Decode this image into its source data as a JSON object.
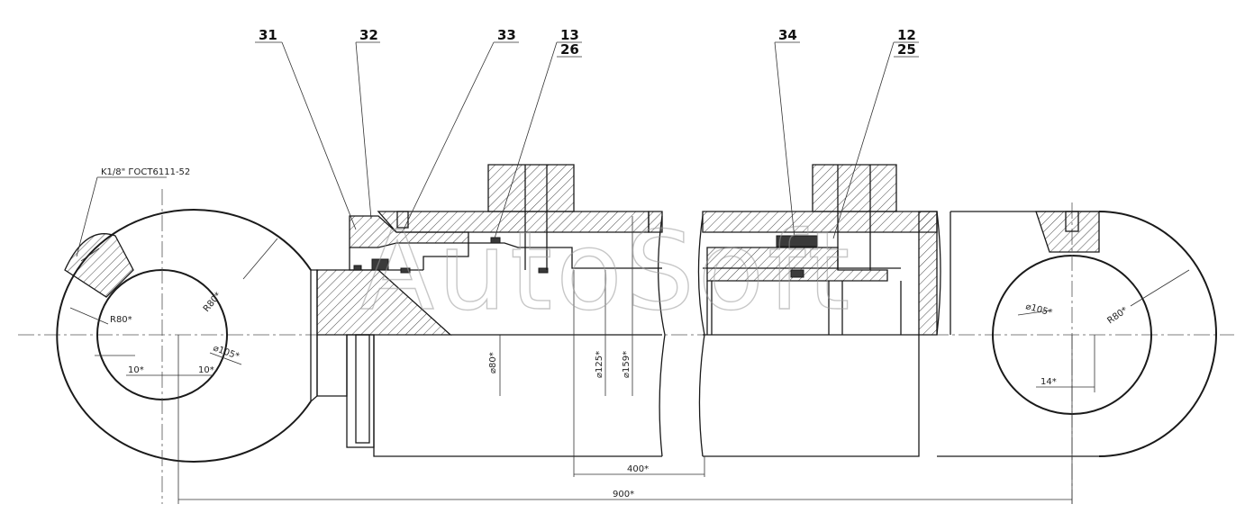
{
  "callouts": {
    "c31": "31",
    "c32": "32",
    "c33": "33",
    "c13": "13",
    "c26": "26",
    "c34": "34",
    "c12": "12",
    "c25": "25"
  },
  "dimensions": {
    "thread_note": "K1/8\" ГОСТ6111-52",
    "r80_left_inner": "R80*",
    "r80_left_outer": "R80*",
    "d105_left": "⌀105*",
    "dim10_a": "10*",
    "dim10_b": "10*",
    "d80": "⌀80*",
    "d125": "⌀125*",
    "d159": "⌀159*",
    "d105_right": "⌀105*",
    "r80_right": "R80*",
    "dim14": "14*",
    "dim400": "400*",
    "dim900": "900*"
  },
  "watermark": "AutoSoft",
  "colors": {
    "line": "#1a1a1a",
    "background": "#ffffff",
    "watermark": "#9a9a9a"
  }
}
